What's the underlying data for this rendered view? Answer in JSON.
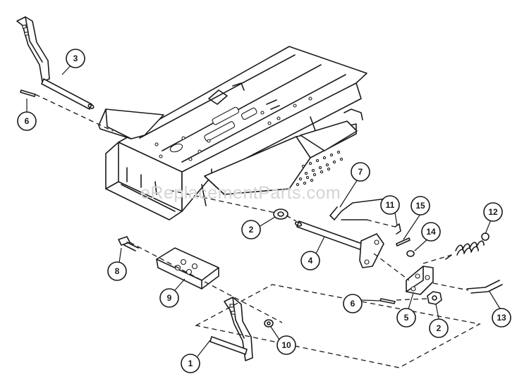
{
  "watermark": "eReplacementParts.com",
  "callouts": [
    {
      "id": "c1",
      "label": "1"
    },
    {
      "id": "c2a",
      "label": "2"
    },
    {
      "id": "c2b",
      "label": "2"
    },
    {
      "id": "c3",
      "label": "3"
    },
    {
      "id": "c4",
      "label": "4"
    },
    {
      "id": "c5",
      "label": "5"
    },
    {
      "id": "c6a",
      "label": "6"
    },
    {
      "id": "c6b",
      "label": "6"
    },
    {
      "id": "c7",
      "label": "7"
    },
    {
      "id": "c8",
      "label": "8"
    },
    {
      "id": "c9",
      "label": "9"
    },
    {
      "id": "c10",
      "label": "10"
    },
    {
      "id": "c11",
      "label": "11"
    },
    {
      "id": "c12",
      "label": "12"
    },
    {
      "id": "c13",
      "label": "13"
    },
    {
      "id": "c14",
      "label": "14"
    },
    {
      "id": "c15",
      "label": "15"
    }
  ],
  "colors": {
    "ink": "#1a1a1a",
    "paper": "#ffffff",
    "watermark": "#d4d4d4"
  }
}
